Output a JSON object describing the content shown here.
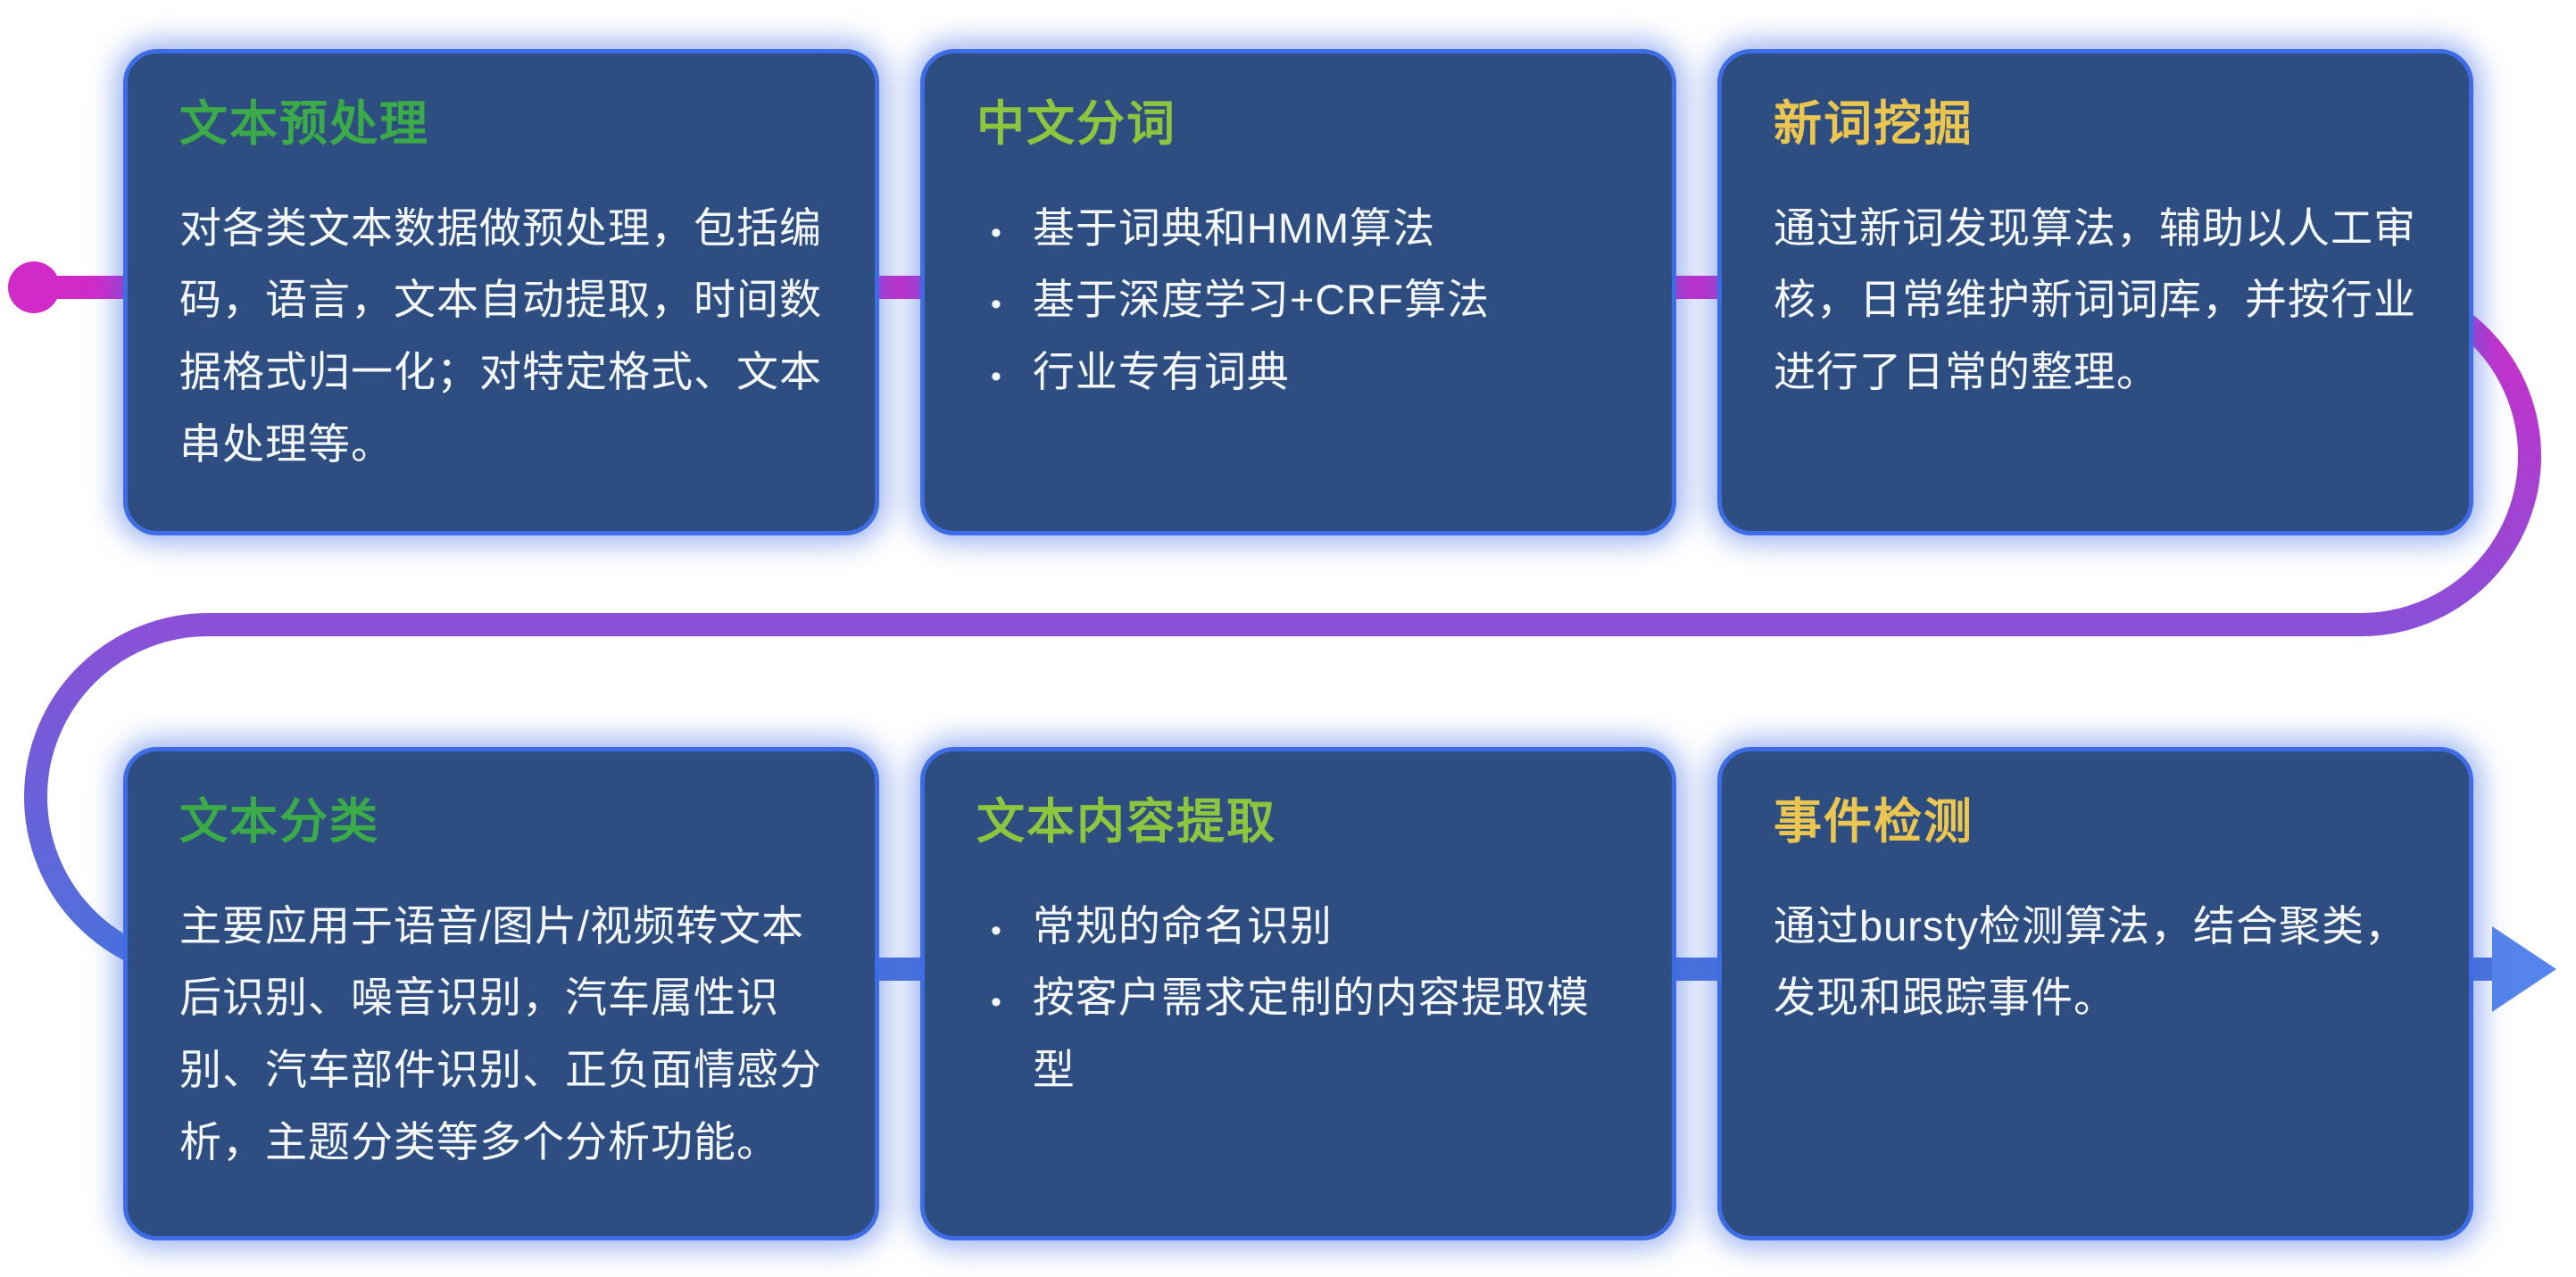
{
  "colors": {
    "card_bg": "#2E4D80",
    "card_border": "#3E6CE4",
    "title_green": "#3BAA48",
    "title_lime": "#8CC63E",
    "title_yellow": "#EAC54F",
    "body_text": "#F4F8FC",
    "flow_start": "#D02BC8",
    "flow_mid": "#8A50D8",
    "flow_end": "#4B73DC",
    "flow_arrow": "#5584EC"
  },
  "icons": {
    "bullet": "•"
  },
  "cards": [
    {
      "id": "text-preprocessing",
      "title": "文本预处理",
      "body": "对各类文本数据做预处理，包括编码，语言，文本自动提取，时间数据格式归一化；对特定格式、文本串处理等。"
    },
    {
      "id": "chinese-word-segmentation",
      "title": "中文分词",
      "bullets": [
        "基于词典和HMM算法",
        "基于深度学习+CRF算法",
        "行业专有词典"
      ]
    },
    {
      "id": "new-word-mining",
      "title": "新词挖掘",
      "body": "通过新词发现算法，辅助以人工审核，日常维护新词词库，并按行业进行了日常的整理。"
    },
    {
      "id": "text-classification",
      "title": "文本分类",
      "body": "主要应用于语音/图片/视频转文本后识别、噪音识别，汽车属性识别、汽车部件识别、正负面情感分析，主题分类等多个分析功能。"
    },
    {
      "id": "text-content-extraction",
      "title": "文本内容提取",
      "bullets": [
        "常规的命名识别",
        "按客户需求定制的内容提取模型"
      ]
    },
    {
      "id": "event-detection",
      "title": "事件检测",
      "body": "通过bursty检测算法，结合聚类，发现和跟踪事件。"
    }
  ]
}
